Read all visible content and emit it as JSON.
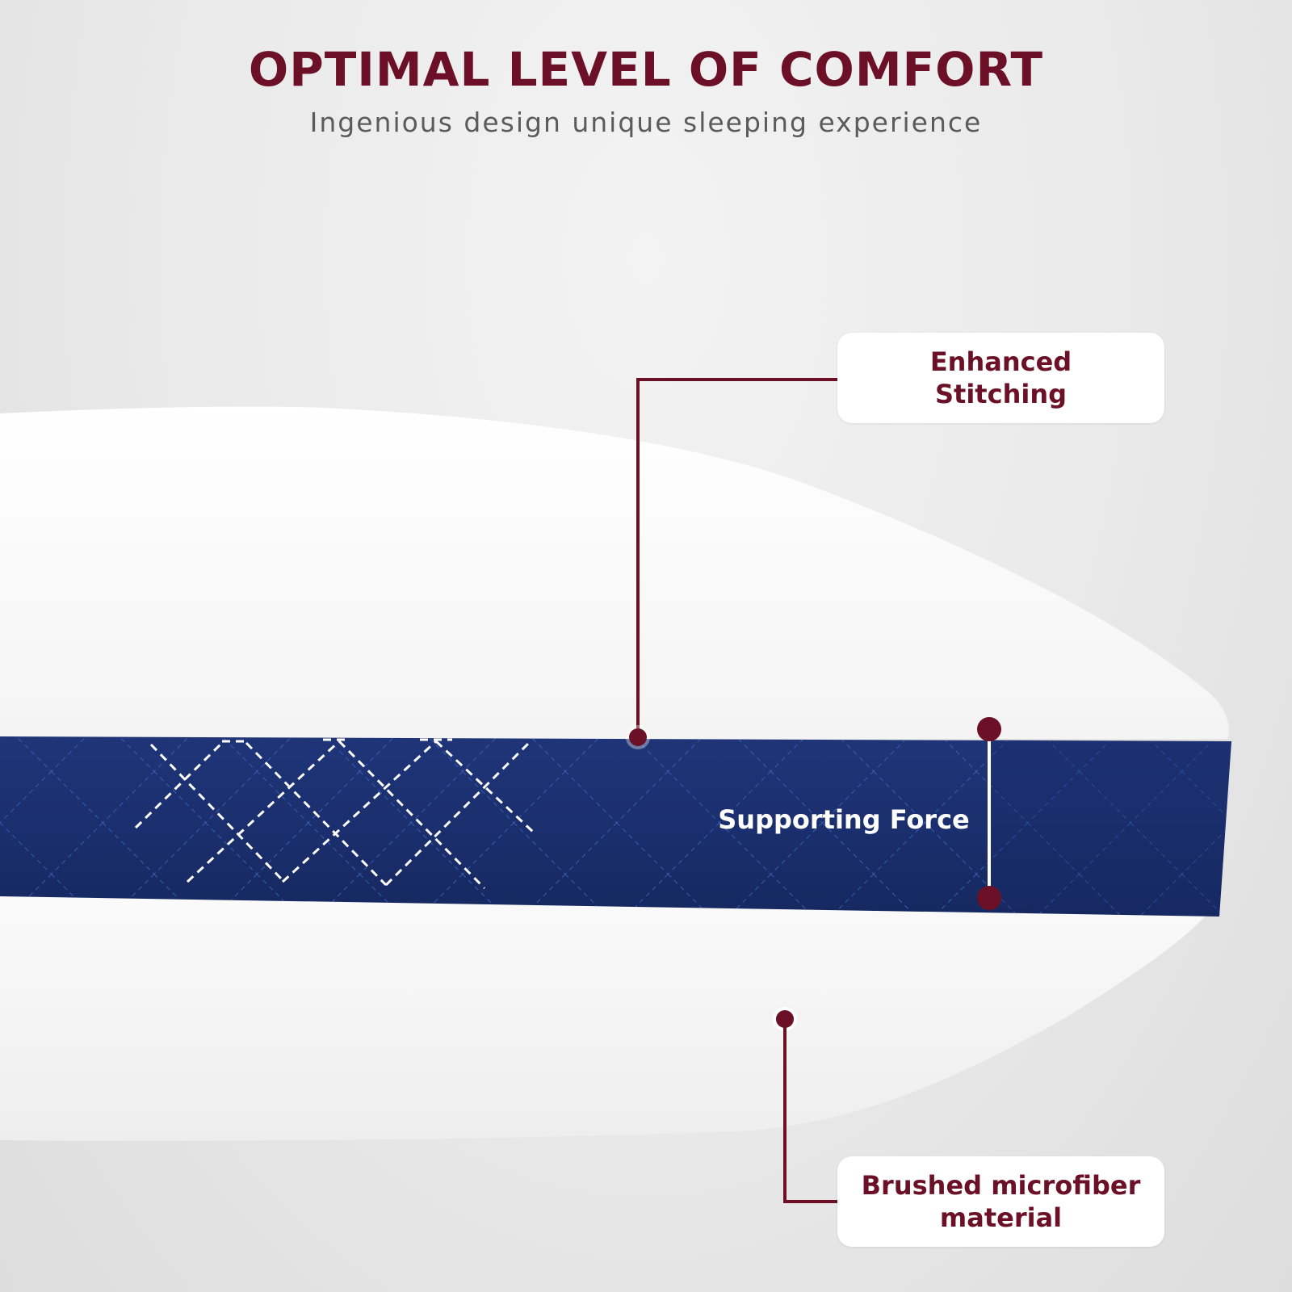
{
  "header": {
    "title": "OPTIMAL LEVEL OF COMFORT",
    "subtitle": "Ingenious design unique sleeping experience"
  },
  "callouts": {
    "stitching": {
      "line1": "Enhanced",
      "line2": "Stitching"
    },
    "support": {
      "label": "Supporting Force"
    },
    "material": {
      "line1": "Brushed microfiber",
      "line2": "material"
    }
  },
  "colors": {
    "accent": "#6b1026",
    "gusset_navy": "#1b2f6e",
    "pillow_white": "#ffffff",
    "background": "#e7e7e7",
    "subtitle_gray": "#5b5b5b"
  }
}
